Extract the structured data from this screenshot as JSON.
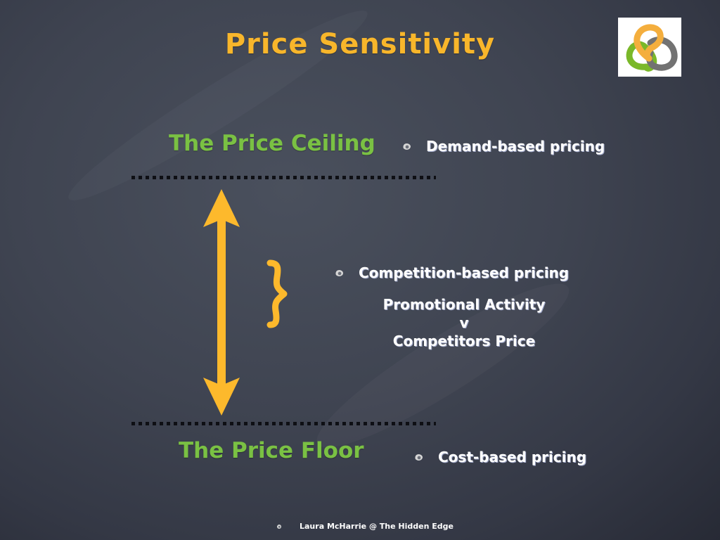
{
  "slide": {
    "title": "Price Sensitivity",
    "colors": {
      "background": "#3f4451",
      "title": "#f8b62b",
      "heading": "#7ac143",
      "arrow": "#fdb92c",
      "bullet_text": "#ffffff",
      "dotted_line": "#0e0f14"
    },
    "logo": {
      "icon": "interlocking-rings-logo-icon",
      "ring_colors": [
        "#f4ae3d",
        "#7ab829",
        "#727272"
      ]
    },
    "ceiling": {
      "heading": "The Price Ceiling",
      "bullet": "Demand-based pricing"
    },
    "middle": {
      "bullet": "Competition-based pricing",
      "lines": [
        "Promotional Activity",
        "v",
        "Competitors Price"
      ],
      "brace_icon": "curly-brace-icon",
      "arrow_icon": "double-headed-arrow-icon"
    },
    "floor": {
      "heading": "The Price Floor",
      "bullet": "Cost-based pricing"
    },
    "footer": "Laura McHarrie @ The Hidden Edge"
  }
}
